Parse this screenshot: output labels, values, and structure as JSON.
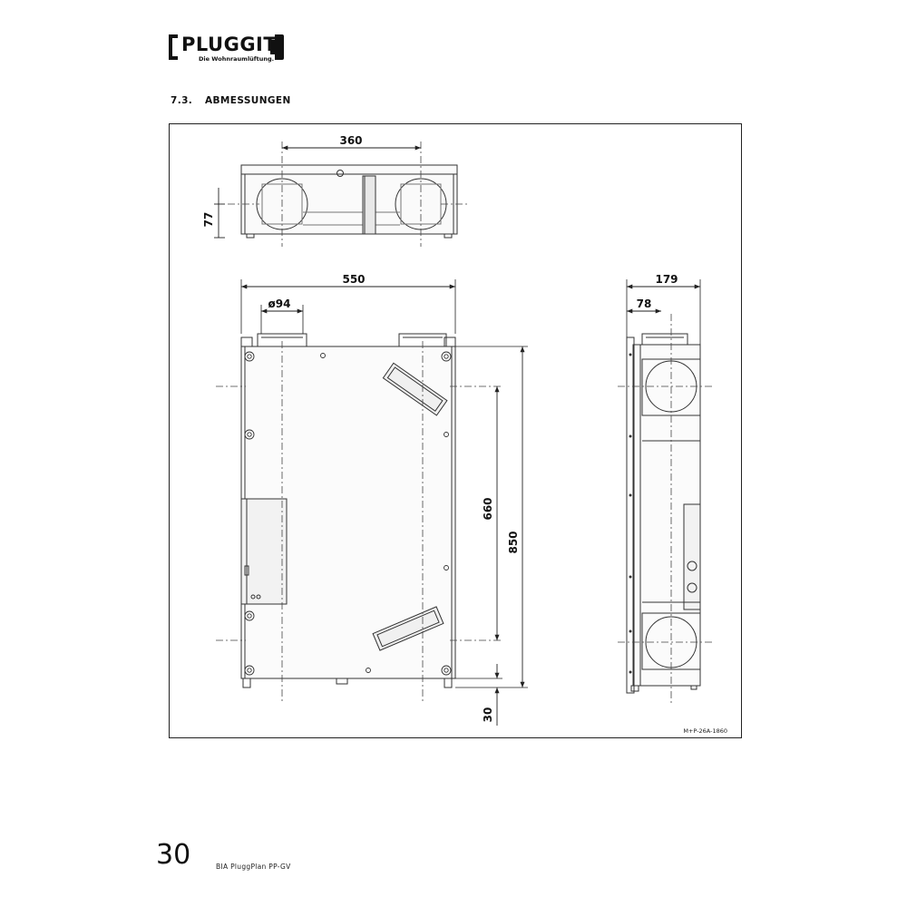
{
  "header": {
    "logo_text": "PLUGGIT",
    "logo_tagline": "Die Wohnraumlüftung."
  },
  "section": {
    "number": "7.3.",
    "title": "ABMESSUNGEN"
  },
  "drawing": {
    "dimensions": {
      "top_width": "360",
      "top_depth": "77",
      "front_width": "550",
      "port_diameter": "ø94",
      "side_depth": "179",
      "side_offset": "78",
      "port_spacing": "660",
      "height": "850",
      "foot_offset": "30"
    },
    "drawing_code": "M+P-26A-1860"
  },
  "footer": {
    "page_number": "30",
    "document_title": "BIA PluggPlan PP-GV"
  }
}
